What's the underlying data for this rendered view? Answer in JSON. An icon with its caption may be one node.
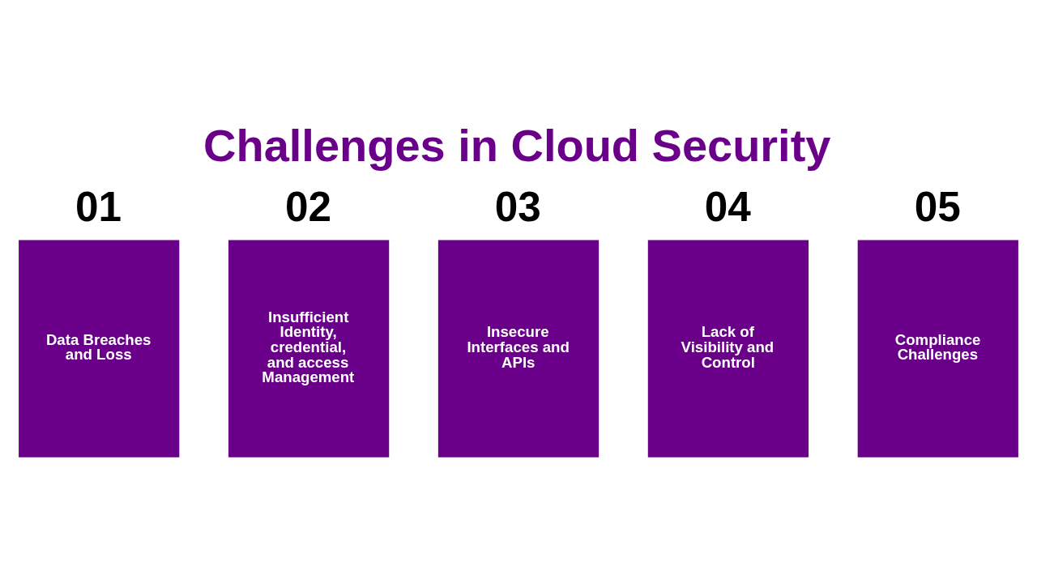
{
  "diagram": {
    "title": "Challenges in Cloud Security",
    "nodes": [
      {
        "text": [
          "01",
          "Data Breaches and Loss"
        ]
      },
      {
        "text": [
          "02",
          "Insufficient Identity, credential, and access Management"
        ]
      },
      {
        "text": [
          "03",
          "Insecure Interfaces and APIs"
        ]
      },
      {
        "text": [
          "04",
          "Lack of Visibility and Control"
        ]
      },
      {
        "text": [
          "05",
          "Compliance Challenges"
        ]
      }
    ],
    "edges": []
  }
}
